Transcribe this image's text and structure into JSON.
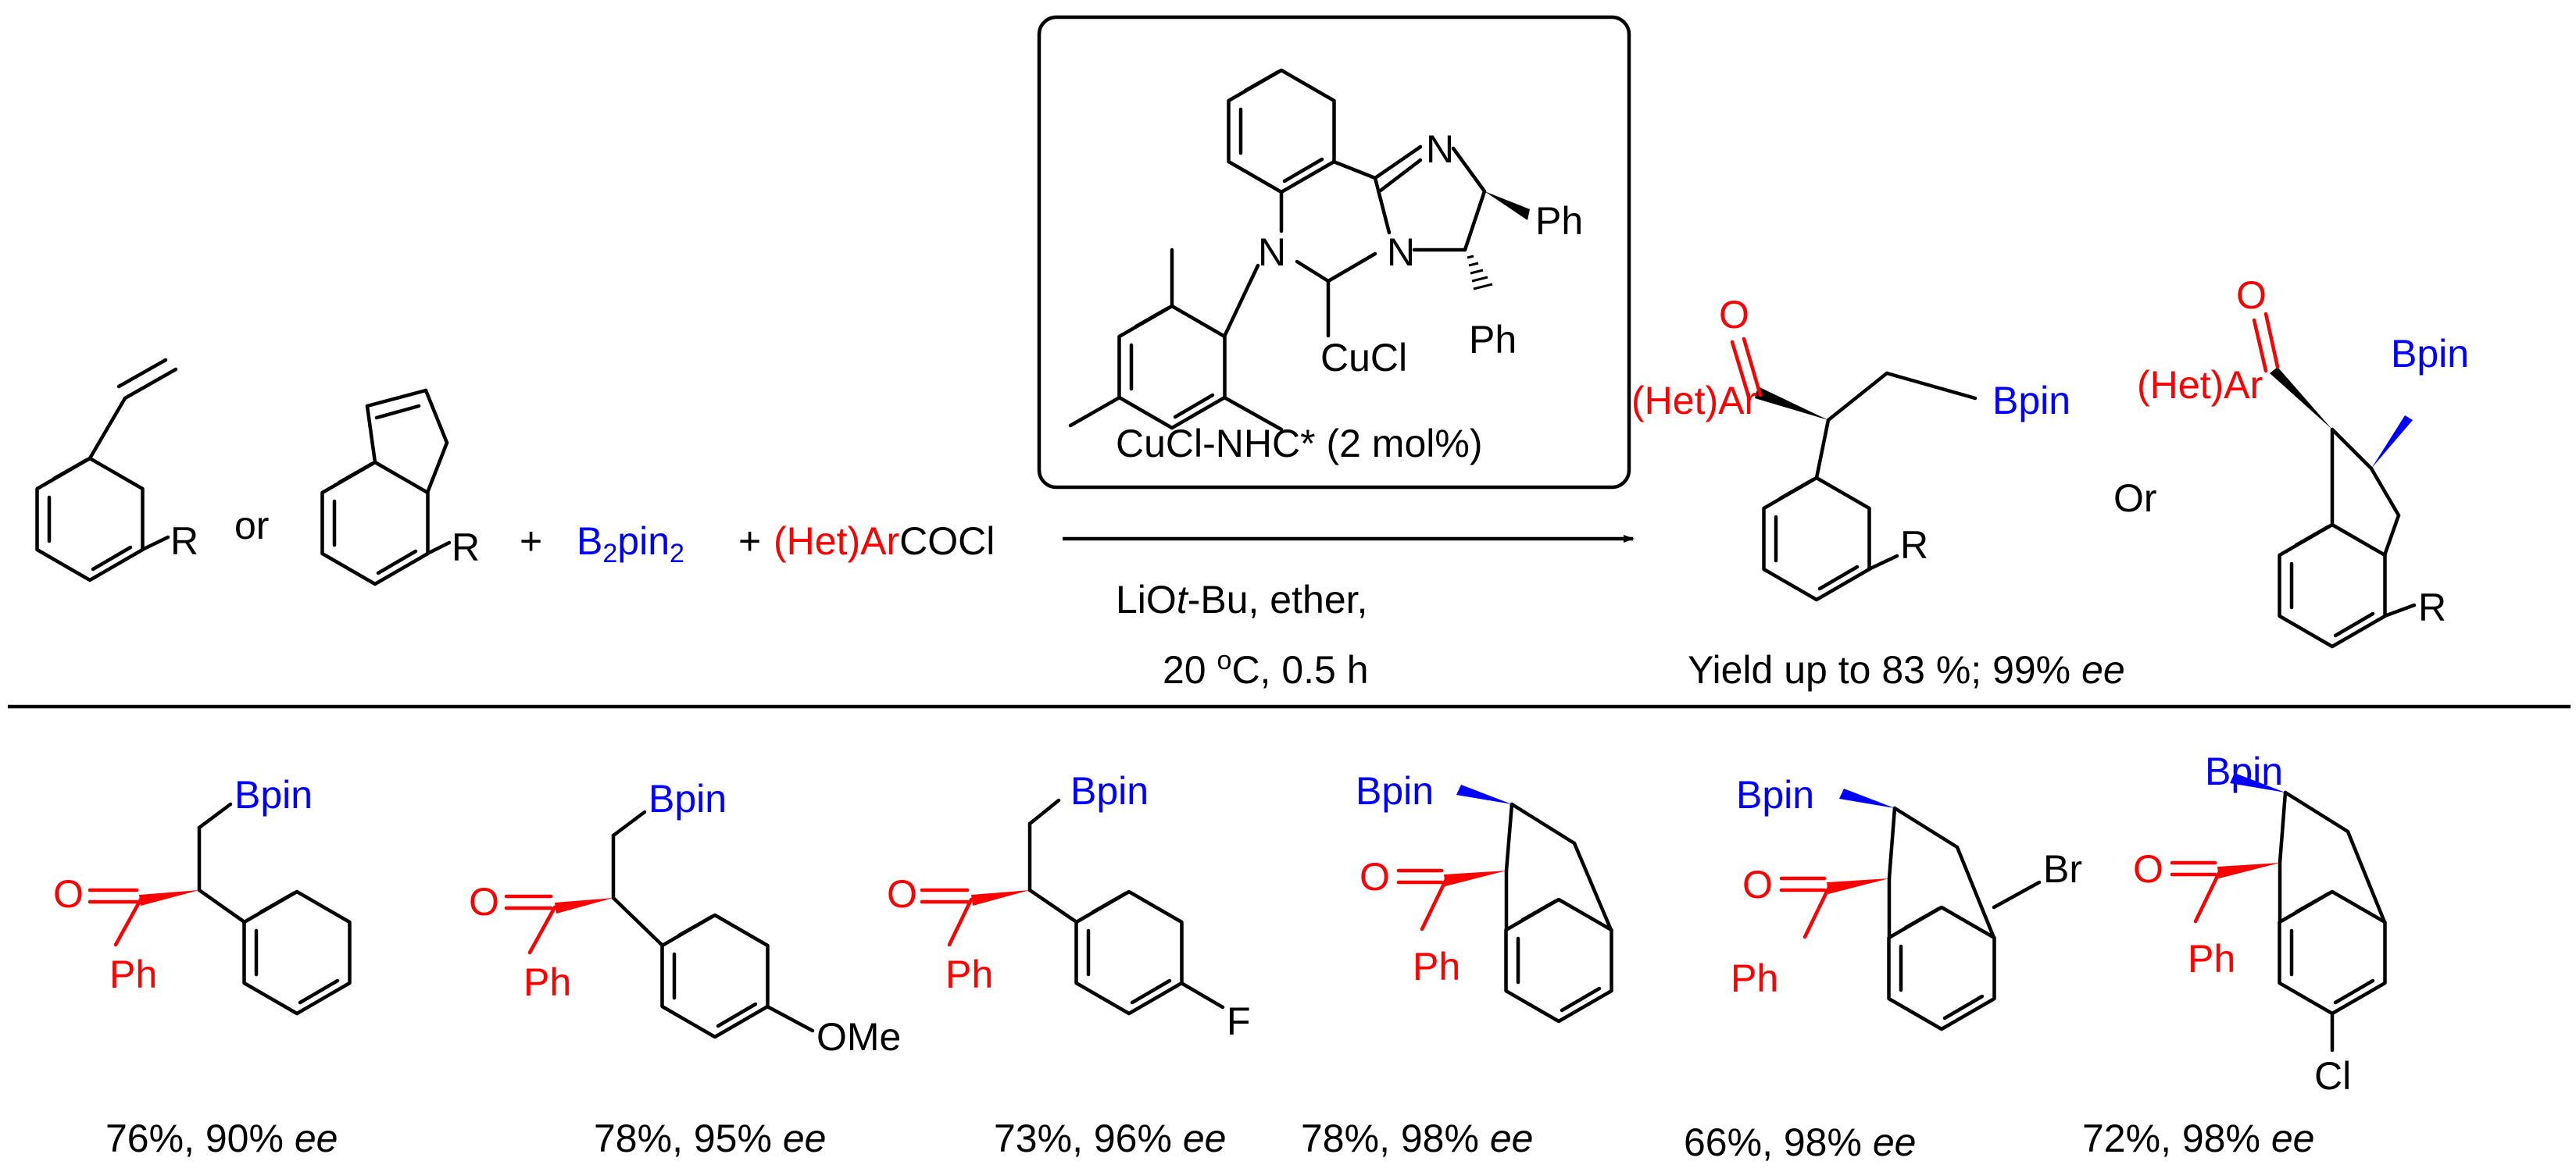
{
  "reactants": {
    "r_substituent": "R",
    "or_text": "or",
    "plus": "+",
    "b2pin2": {
      "b": "B",
      "sub2a": "2",
      "pin": "pin",
      "sub2b": "2"
    },
    "acyl": {
      "het": "(Het)Ar",
      "rest": "COCl"
    }
  },
  "catalyst": {
    "n_label": "N",
    "ph_label": "Ph",
    "cucl_label": "CuCl",
    "caption": "CuCl-NHC* (2 mol%)"
  },
  "conditions": {
    "line1_pre": "LiO",
    "line1_it": "t",
    "line1_post": "-Bu, ether,",
    "line2_pre": "20 ",
    "line2_sup": "o",
    "line2_post": "C, 0.5 h"
  },
  "products": {
    "oxygen": "O",
    "het_ar": "(Het)Ar",
    "bpin": "Bpin",
    "r_substituent": "R",
    "or_text": "Or",
    "yield_pre": "Yield up to 83 %; 99% ",
    "yield_ee": "ee"
  },
  "examples": [
    {
      "pct": "76%, 90% ",
      "ee": "ee"
    },
    {
      "pct": "78%, 95% ",
      "ee": "ee",
      "sub": "OMe"
    },
    {
      "pct": "73%, 96% ",
      "ee": "ee",
      "sub": "F"
    },
    {
      "pct": "78%, 98% ",
      "ee": "ee"
    },
    {
      "pct": "66%, 98% ",
      "ee": "ee",
      "sub": "Br"
    },
    {
      "pct": "72%, 98% ",
      "ee": "ee",
      "sub": "Cl"
    }
  ],
  "labels": {
    "ph": "Ph",
    "o": "O",
    "bpin": "Bpin"
  }
}
